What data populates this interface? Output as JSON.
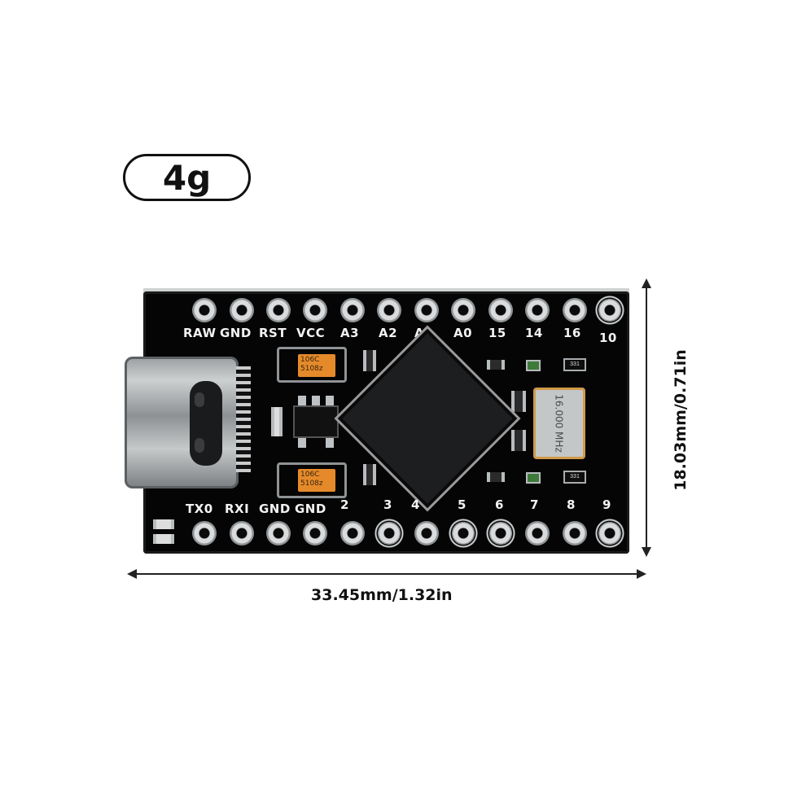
{
  "weight_label": "4g",
  "dimensions": {
    "width_label": "33.45mm/1.32in",
    "height_label": "18.03mm/0.71in"
  },
  "board": {
    "top_pins": [
      "RAW",
      "GND",
      "RST",
      "VCC",
      "A3",
      "A2",
      "A1",
      "A0",
      "15",
      "14",
      "16",
      "10"
    ],
    "bottom_pins": [
      "TX0",
      "RXI",
      "GND",
      "GND",
      "2",
      "3",
      "4",
      "5",
      "6",
      "7",
      "8",
      "9"
    ],
    "crystal_text": "16.000 MHz",
    "capacitor_text_1": "106C 5108z",
    "capacitor_text_2": "106C 5108z",
    "resistor_text": "331"
  }
}
